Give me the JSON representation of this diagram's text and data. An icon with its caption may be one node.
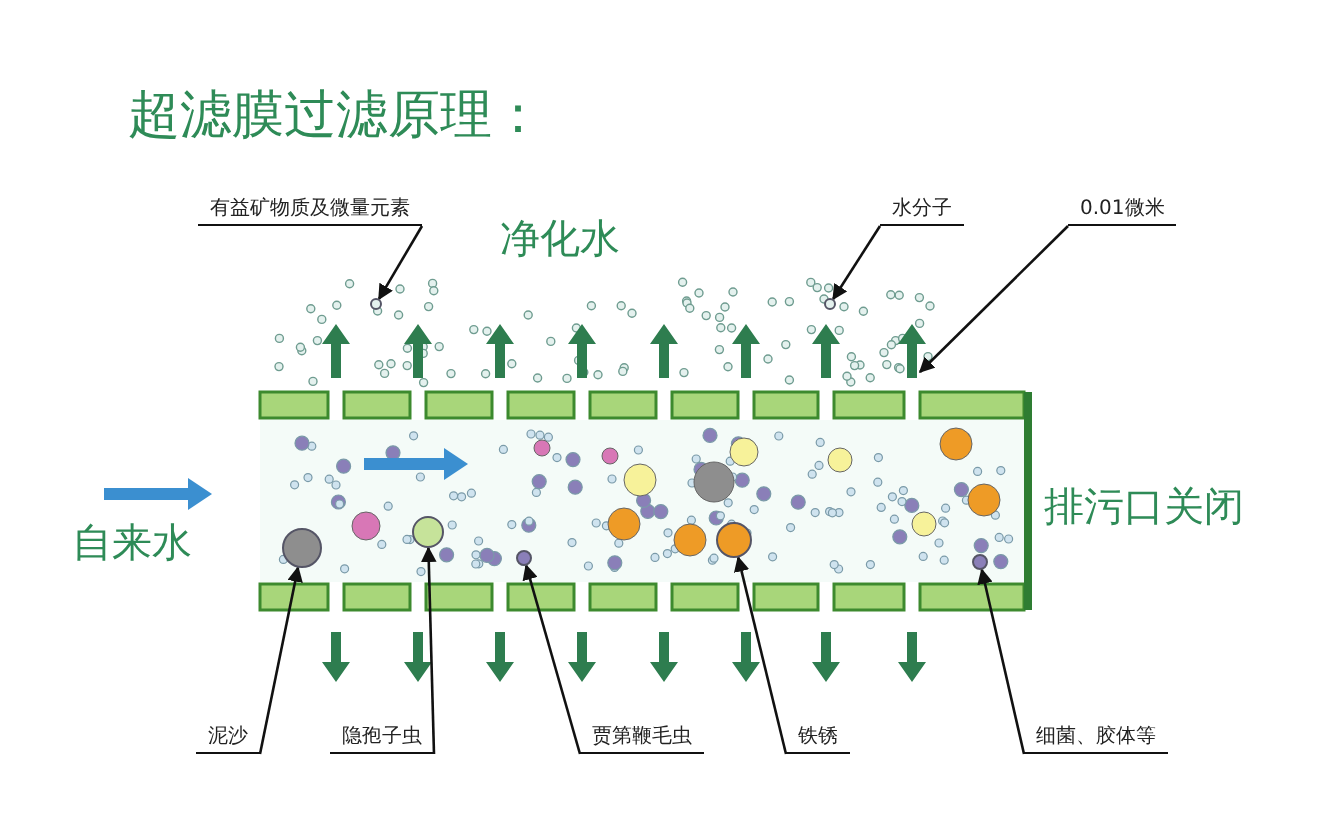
{
  "diagram": {
    "title": "超滤膜过滤原理：",
    "nodes": [
      {
        "text": [
          "有益矿物质及微量元素"
        ]
      },
      {
        "text": [],
        "shape": "circle"
      },
      {
        "text": [
          "水分子"
        ]
      },
      {
        "text": [],
        "shape": "circle"
      },
      {
        "text": [
          "0.01微米"
        ]
      },
      {
        "text": [
          "泥沙"
        ]
      },
      {
        "text": [],
        "shape": "circle"
      },
      {
        "text": [
          "隐孢子虫"
        ]
      },
      {
        "text": [],
        "shape": "circle"
      },
      {
        "text": [
          "贾第鞭毛虫"
        ]
      },
      {
        "text": [],
        "shape": "circle"
      },
      {
        "text": [
          "铁锈"
        ]
      },
      {
        "text": [],
        "shape": "circle"
      },
      {
        "text": [
          "细菌、胶体等"
        ]
      },
      {
        "text": [],
        "shape": "circle"
      }
    ],
    "edges": [
      {
        "from": 0,
        "to": 1,
        "arrow": "to"
      },
      {
        "from": 2,
        "to": 3,
        "arrow": "to"
      },
      {
        "from": 4,
        "to": null,
        "arrow": "to"
      },
      {
        "from": 5,
        "to": 6,
        "arrow": "to"
      },
      {
        "from": 7,
        "to": 8,
        "arrow": "to"
      },
      {
        "from": 9,
        "to": 10,
        "arrow": "to"
      },
      {
        "from": 11,
        "to": 12,
        "arrow": "to"
      },
      {
        "from": 13,
        "to": 14,
        "arrow": "to"
      }
    ],
    "labels": [
      "净化水",
      "自来水",
      "排污口关闭"
    ]
  }
}
